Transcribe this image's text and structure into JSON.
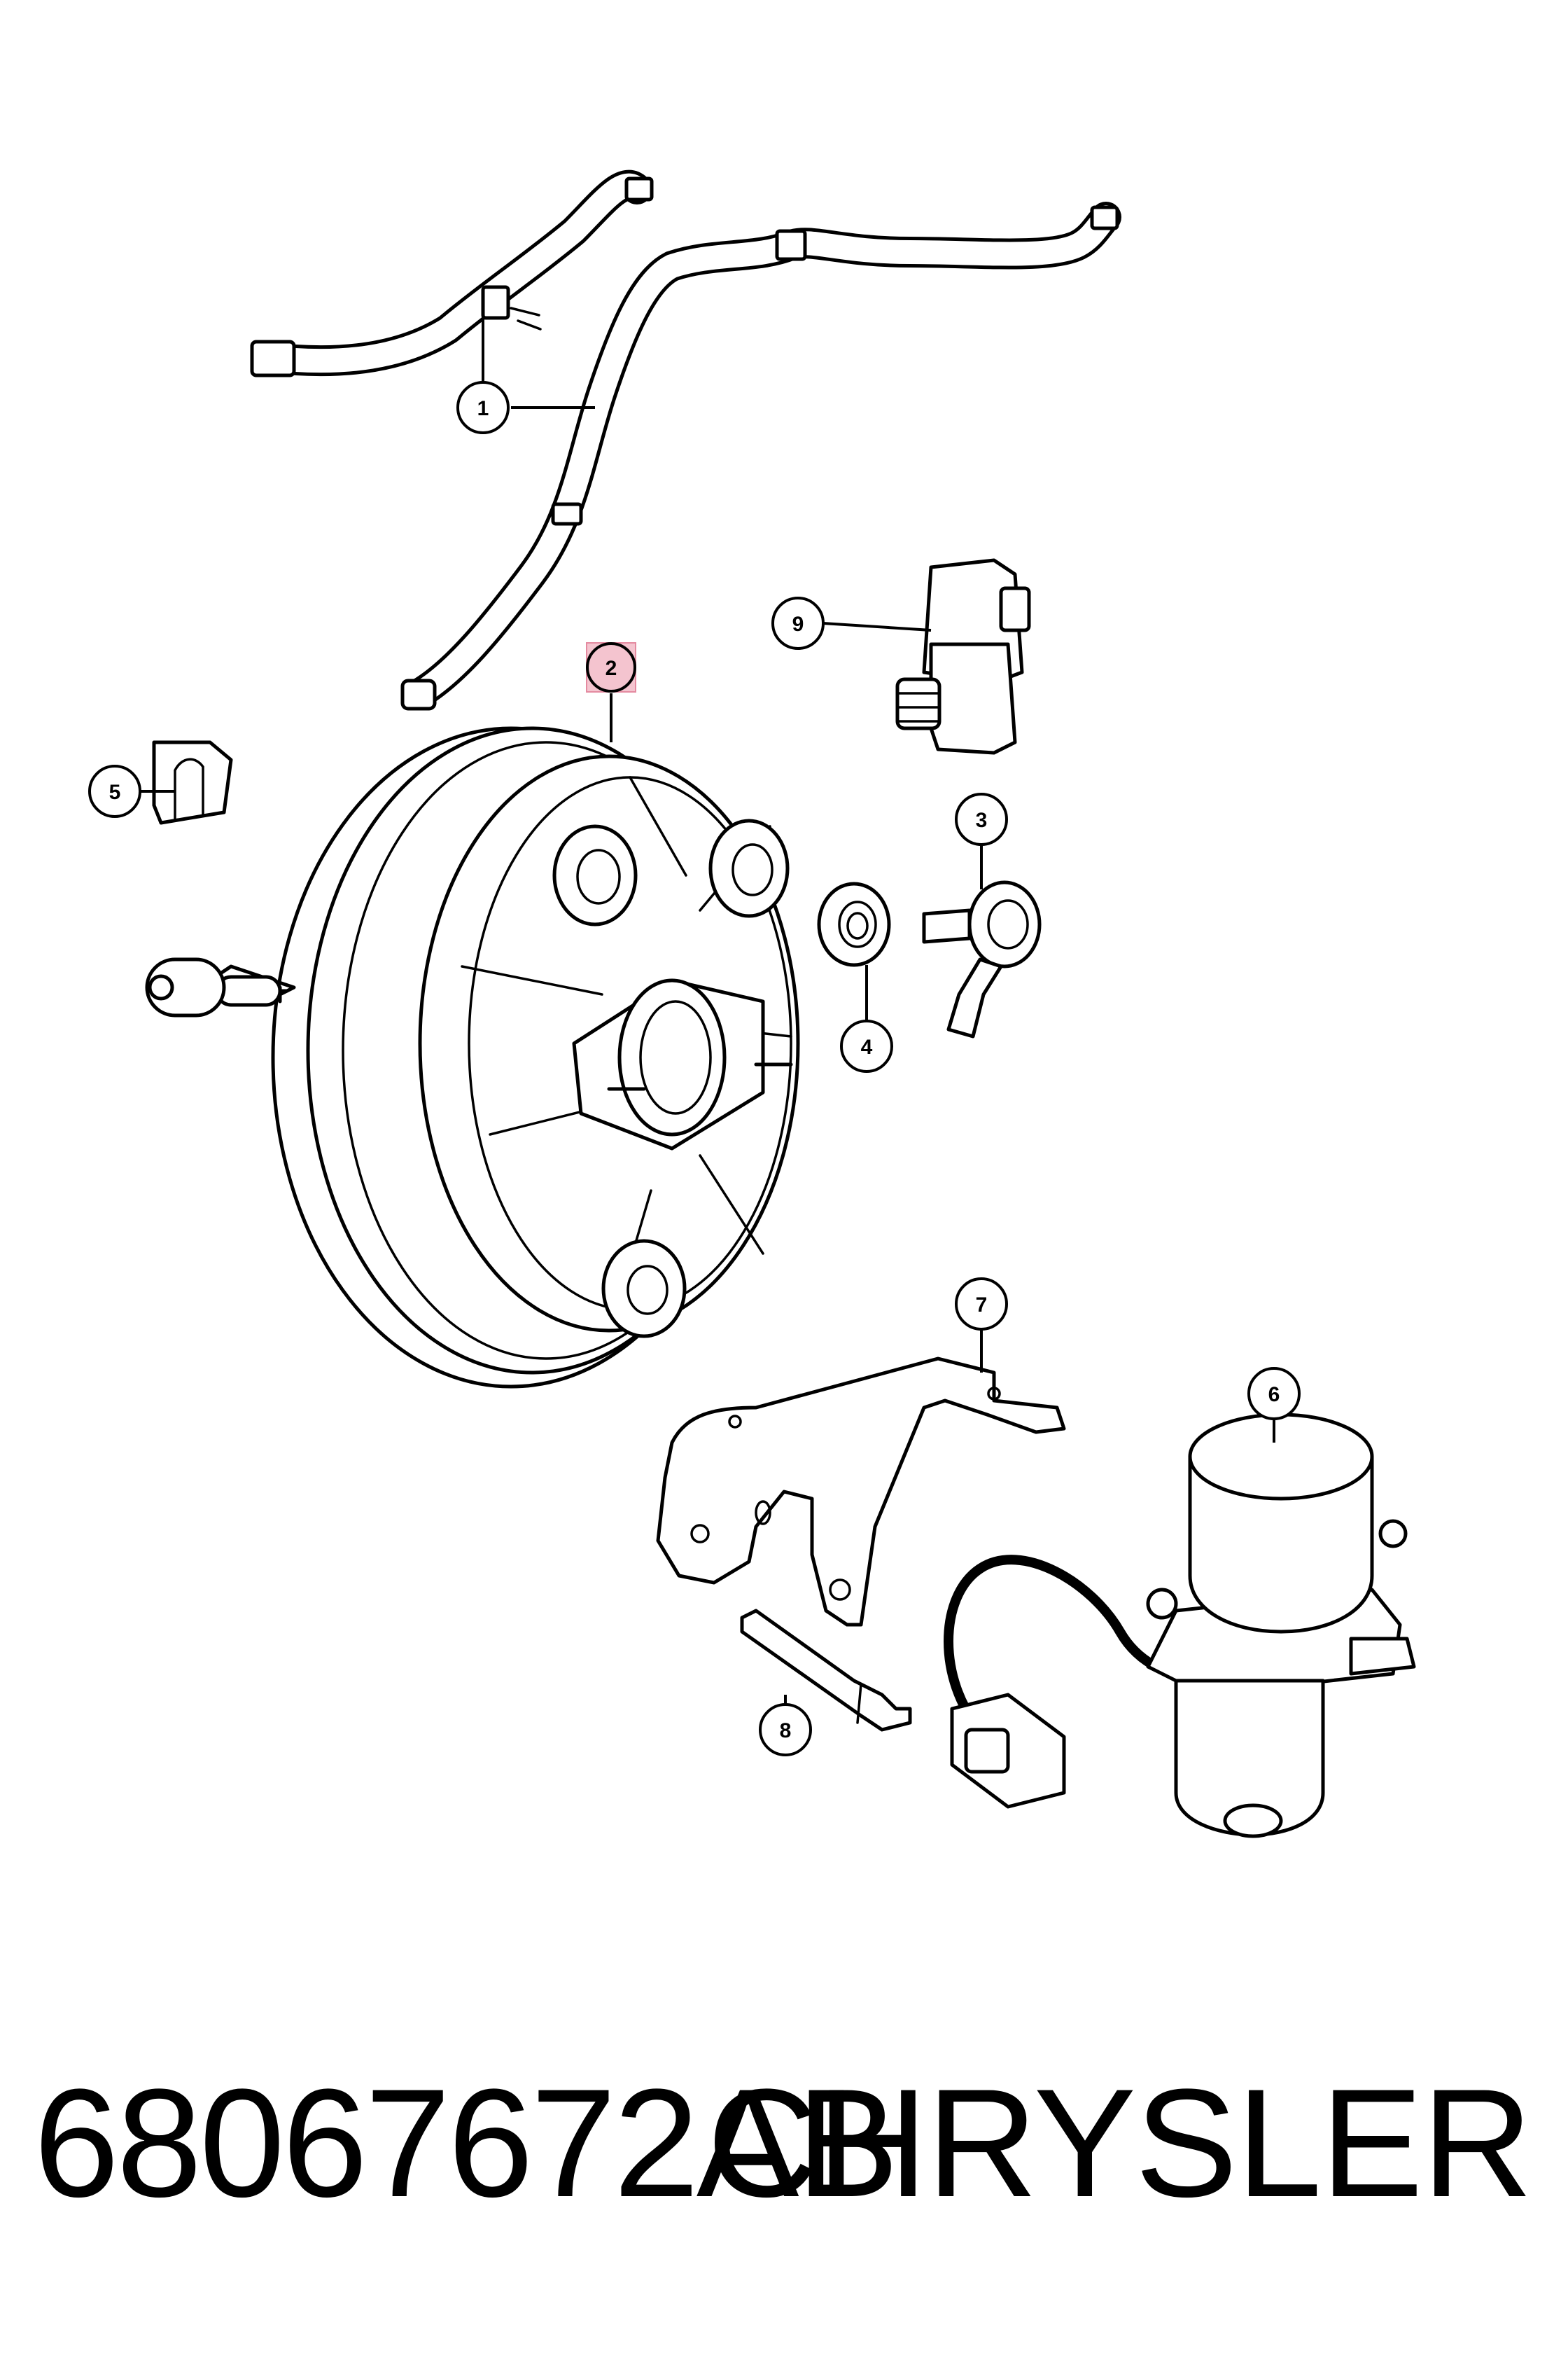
{
  "callouts": [
    {
      "label": "1"
    },
    {
      "label": "2",
      "highlighted": true
    },
    {
      "label": "3"
    },
    {
      "label": "4"
    },
    {
      "label": "5"
    },
    {
      "label": "6"
    },
    {
      "label": "7"
    },
    {
      "label": "8"
    },
    {
      "label": "9"
    }
  ],
  "highlight_color": "#f4c4cf",
  "footer": {
    "part_number": "68067672AB",
    "brand": "CHRYSLER"
  }
}
